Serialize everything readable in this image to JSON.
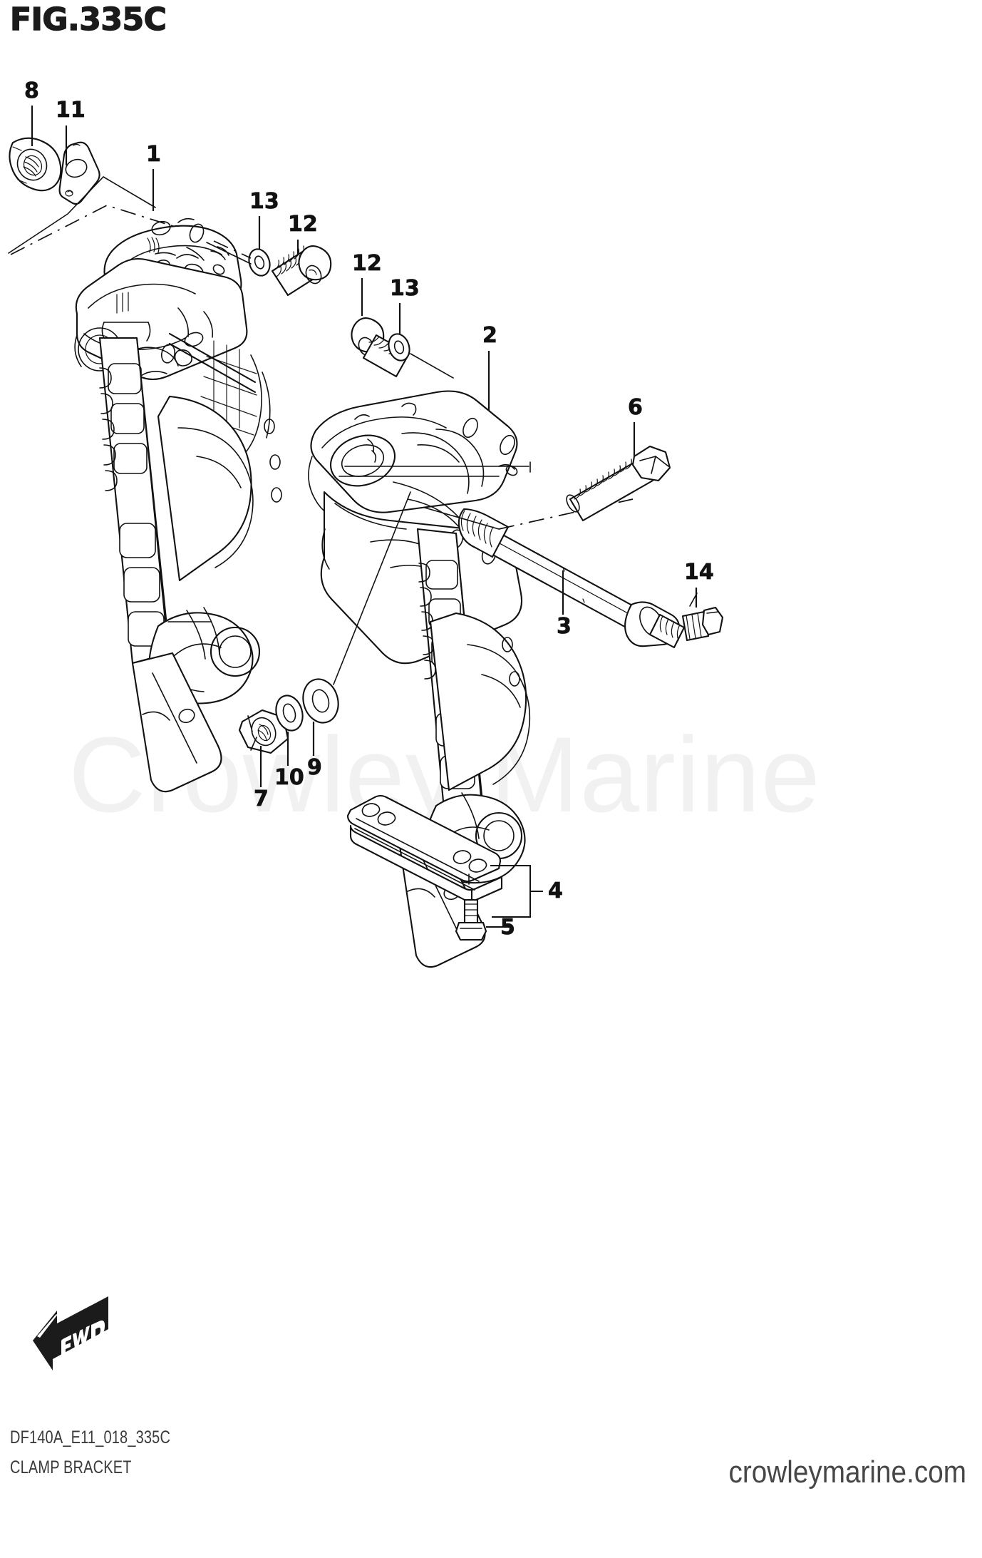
{
  "figure": {
    "title": "FIG.335C",
    "watermark": "Crowley Marine",
    "direction_badge": "FWD"
  },
  "footer": {
    "code": "DF140A_E11_018_335C",
    "name": "CLAMP BRACKET",
    "url": "crowleymarine.com"
  },
  "callouts": [
    {
      "id": "1",
      "label": "1",
      "part": "clamp-bracket-left"
    },
    {
      "id": "2",
      "label": "2",
      "part": "clamp-bracket-right"
    },
    {
      "id": "3",
      "label": "3",
      "part": "swivel-shaft"
    },
    {
      "id": "4",
      "label": "4",
      "part": "anode-bar"
    },
    {
      "id": "5",
      "label": "5",
      "part": "flange-bolt"
    },
    {
      "id": "6",
      "label": "6",
      "part": "hex-bolt"
    },
    {
      "id": "7",
      "label": "7",
      "part": "hex-nut"
    },
    {
      "id": "8",
      "label": "8",
      "part": "lock-nut"
    },
    {
      "id": "9",
      "label": "9",
      "part": "large-washer"
    },
    {
      "id": "10",
      "label": "10",
      "part": "small-washer"
    },
    {
      "id": "11",
      "label": "11",
      "part": "plate-bushing"
    },
    {
      "id": "12",
      "label": "12",
      "part": "socket-cap-screw"
    },
    {
      "id": "12b",
      "label": "12",
      "part": "socket-cap-screw"
    },
    {
      "id": "13",
      "label": "13",
      "part": "flat-washer"
    },
    {
      "id": "13b",
      "label": "13",
      "part": "flat-washer"
    },
    {
      "id": "14",
      "label": "14",
      "part": "end-bolt"
    }
  ],
  "colors": {
    "ink": "#111111",
    "paper": "#ffffff",
    "watermark": "#f1f1f1",
    "footer_text": "#3a3a3a",
    "url_text": "#474747"
  }
}
